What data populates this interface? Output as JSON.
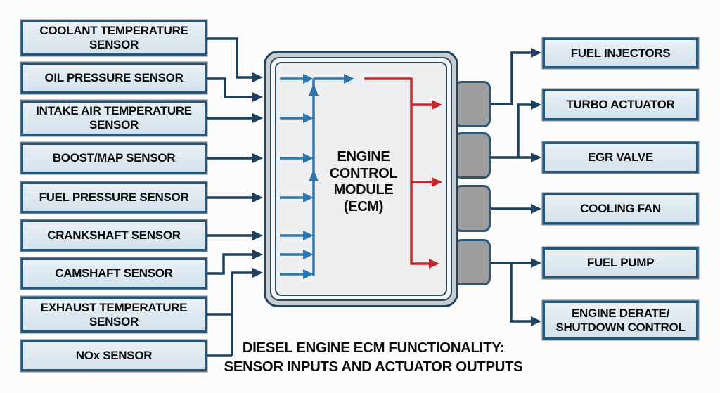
{
  "caption": {
    "line1": "DIESEL ENGINE ECM FUNCTIONALITY:",
    "line2": "SENSOR INPUTS AND ACTUATOR OUTPUTS"
  },
  "ecm": {
    "label": "ENGINE CONTROL MODULE (ECM)"
  },
  "inputs": [
    {
      "label": "COOLANT TEMPERATURE SENSOR"
    },
    {
      "label": "OIL PRESSURE SENSOR"
    },
    {
      "label": "INTAKE AIR TEMPERATURE SENSOR"
    },
    {
      "label": "BOOST/MAP SENSOR"
    },
    {
      "label": "FUEL PRESSURE SENSOR"
    },
    {
      "label": "CRANKSHAFT SENSOR"
    },
    {
      "label": "CAMSHAFT SENSOR"
    },
    {
      "label": "EXHAUST TEMPERATURE SENSOR"
    },
    {
      "label": "NOx SENSOR"
    }
  ],
  "outputs": [
    {
      "label": "FUEL INJECTORS"
    },
    {
      "label": "TURBO ACTUATOR"
    },
    {
      "label": "EGR VALVE"
    },
    {
      "label": "COOLING FAN"
    },
    {
      "label": "FUEL PUMP"
    },
    {
      "label": "ENGINE DERATE/ SHUTDOWN CONTROL"
    }
  ],
  "colors": {
    "box_fill": "#dde8f0",
    "box_border": "#235678",
    "wire_navy": "#1d405f",
    "input_arrow_blue": "#2e76ae",
    "output_arrow_red": "#c1282e",
    "connector_tab_gray": "#9d9d9d"
  }
}
